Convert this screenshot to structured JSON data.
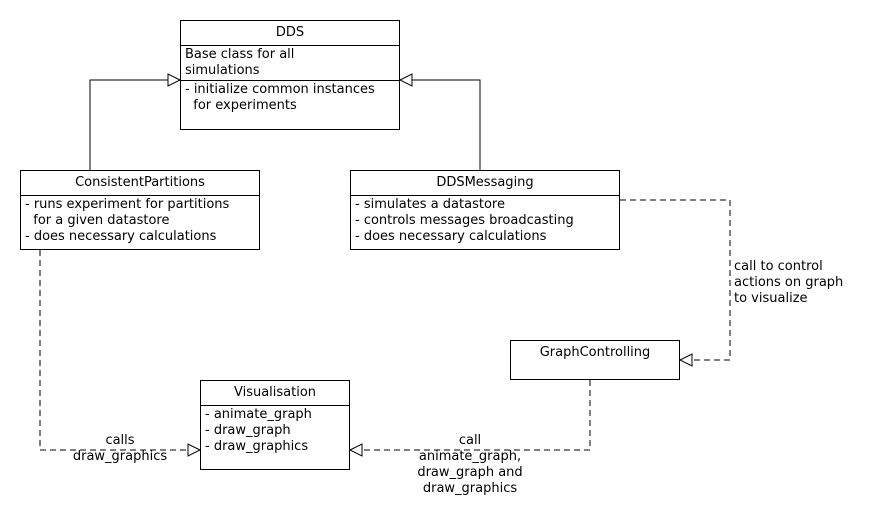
{
  "classes": {
    "dds": {
      "name": "DDS",
      "description": "Base class for all\nsimulations",
      "items": "- initialize common instances\n  for experiments"
    },
    "consistent": {
      "name": "ConsistentPartitions",
      "items": "- runs experiment for partitions\n  for a given datastore\n- does necessary calculations"
    },
    "messaging": {
      "name": "DDSMessaging",
      "items": "- simulates a datastore\n- controls messages broadcasting\n- does necessary calculations"
    },
    "graph": {
      "name": "GraphControlling"
    },
    "visualisation": {
      "name": "Visualisation",
      "items": "- animate_graph\n- draw_graph\n- draw_graphics"
    }
  },
  "edges": {
    "calls_label": "calls\ndraw_graphics",
    "call_label": "call\nanimate_graph,\ndraw_graph and\ndraw_graphics",
    "control_label": "call to control\nactions on graph\nto visualize"
  }
}
